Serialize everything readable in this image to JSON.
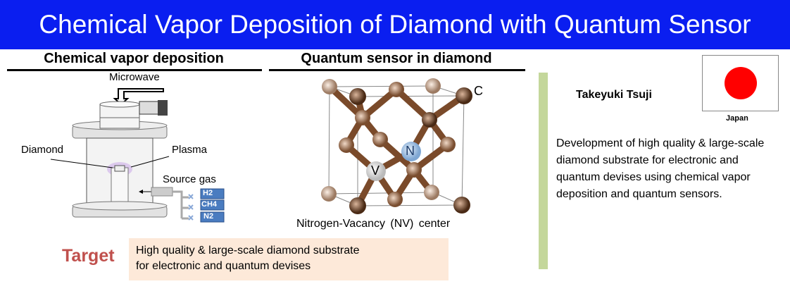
{
  "title": "Chemical Vapor Deposition of Diamond with Quantum Sensor",
  "cvd": {
    "heading": "Chemical vapor deposition",
    "microwave": "Microwave",
    "diamond": "Diamond",
    "plasma": "Plasma",
    "source_gas": "Source gas",
    "gases": [
      "H2",
      "CH4",
      "N2"
    ]
  },
  "quantum": {
    "heading": "Quantum sensor in diamond",
    "carbon": "C",
    "nitrogen": "N",
    "vacancy": "V",
    "caption": "Nitrogen-Vacancy (NV) center"
  },
  "target": {
    "label": "Target",
    "text_line1": "High quality & large-scale diamond substrate",
    "text_line2": "for electronic and quantum devises"
  },
  "author": {
    "name": "Takeyuki Tsuji",
    "country": "Japan"
  },
  "description": "Development of high quality & large-scale diamond substrate for electronic and quantum devises using chemical vapor deposition and quantum sensors.",
  "colors": {
    "banner": "#0a1ef0",
    "target": "#c0504d",
    "target_bg": "#fde9d9",
    "bar": "#c4d79b",
    "flag_red": "#ff0000"
  }
}
